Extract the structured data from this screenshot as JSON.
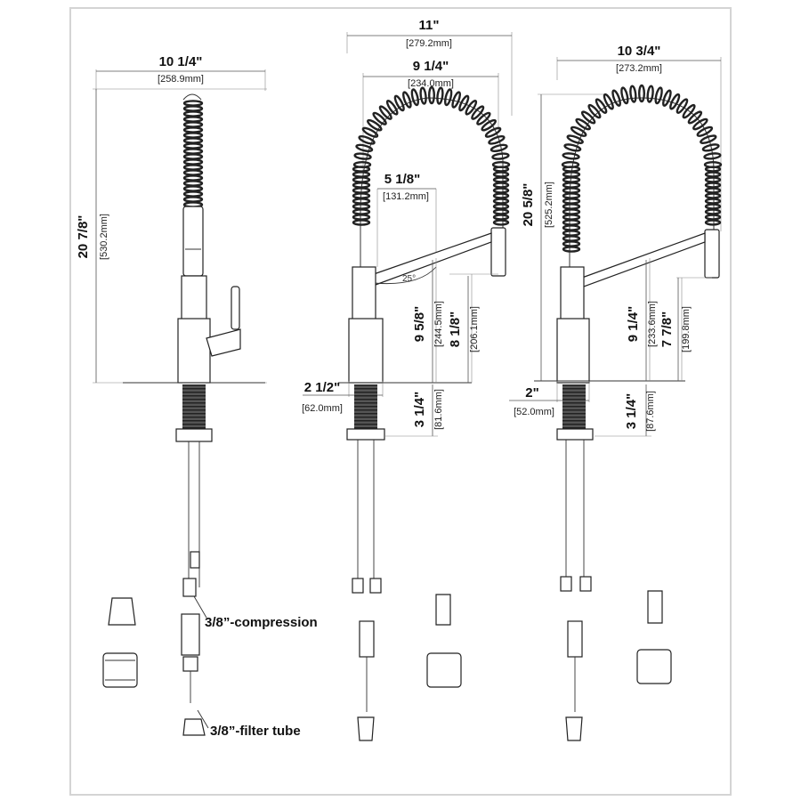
{
  "views": {
    "front": {
      "width": {
        "in": "10 1/4\"",
        "mm": "[258.9mm]"
      },
      "height": {
        "in": "20 7/8\"",
        "mm": "[530.2mm]"
      },
      "callouts": {
        "compression": "3/8”-compression",
        "filter": "3/8”-filter tube"
      }
    },
    "side_middle": {
      "width": {
        "in": "11\"",
        "mm": "[279.2mm]"
      },
      "reach": {
        "in": "9 1/4\"",
        "mm": "[234.0mm]"
      },
      "spout": {
        "in": "5 1/8\"",
        "mm": "[131.2mm]"
      },
      "angle": "25°",
      "h1": {
        "in": "9 5/8\"",
        "mm": "[244.5mm]"
      },
      "h2": {
        "in": "8 1/8\"",
        "mm": "[206.1mm]"
      },
      "base": {
        "in": "2 1/2\"",
        "mm": "[62.0mm]"
      },
      "shank": {
        "in": "3 1/4\"",
        "mm": "[81.6mm]"
      }
    },
    "side_right": {
      "width": {
        "in": "10 3/4\"",
        "mm": "[273.2mm]"
      },
      "height": {
        "in": "20 5/8\"",
        "mm": "[525.2mm]"
      },
      "h1": {
        "in": "9 1/4\"",
        "mm": "[233.6mm]"
      },
      "h2": {
        "in": "7 7/8\"",
        "mm": "[199.8mm]"
      },
      "base": {
        "in": "2\"",
        "mm": "[52.0mm]"
      },
      "shank": {
        "in": "3 1/4\"",
        "mm": "[87.6mm]"
      }
    }
  }
}
